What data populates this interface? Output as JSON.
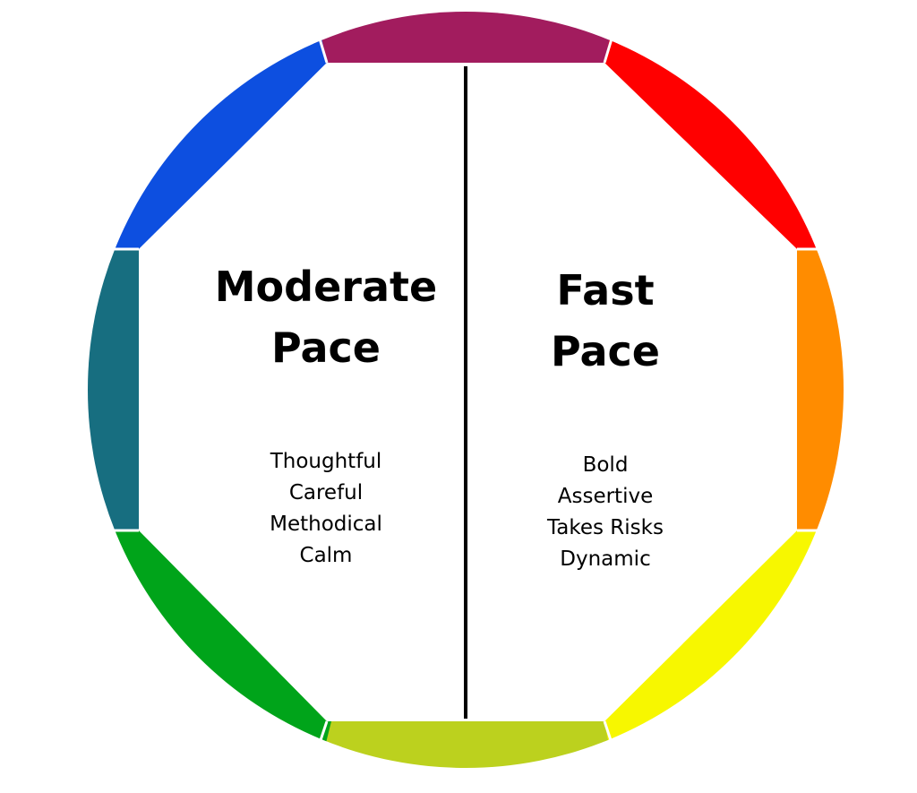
{
  "segment_colors": {
    "top": "#a21c5e",
    "top_right": "#ff0000",
    "right": "#ff8c00",
    "bottom_right": "#f7f700",
    "bottom": "#bcd11e",
    "bottom_left": "#00a41a",
    "left": "#176e80",
    "top_left": "#0d4fe0"
  },
  "divider_color": "#000000",
  "left_panel": {
    "heading_line1": "Moderate",
    "heading_line2": "Pace",
    "traits": [
      "Thoughtful",
      "Careful",
      "Methodical",
      "Calm"
    ]
  },
  "right_panel": {
    "heading_line1": "Fast",
    "heading_line2": "Pace",
    "traits": [
      "Bold",
      "Assertive",
      "Takes Risks",
      "Dynamic"
    ]
  }
}
